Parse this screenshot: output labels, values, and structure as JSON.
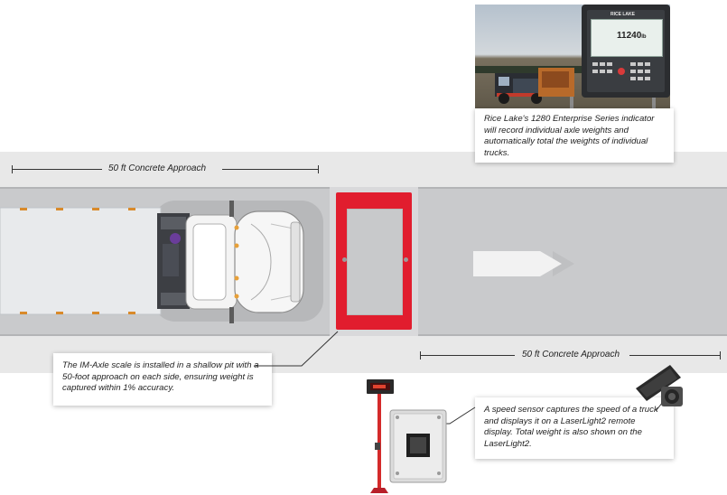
{
  "approach_left": {
    "label": "50 ft Concrete Approach"
  },
  "approach_right": {
    "label": "50 ft Concrete Approach"
  },
  "callouts": {
    "indicator": "Rice Lake's 1280 Enterprise Series indicator will record individual axle weights and automatically total the weights of individual trucks.",
    "scale": "The IM-Axle scale is installed in a shallow pit with a 50-foot approach on each side, ensuring weight is captured within 1% accuracy.",
    "sensor": "A speed sensor captures the speed of a truck and displays it on a LaserLight2 remote display. Total weight is also shown on the LaserLight2."
  },
  "indicator_display": {
    "brand": "RICE LAKE",
    "weight": "11240",
    "unit": "lb"
  },
  "colors": {
    "scale_red": "#e11d2e",
    "road_gray": "#c9cacc",
    "shoulder_gray": "#e8e8e8",
    "arrow_white": "#f2f2f2"
  },
  "icons": [
    "semi-truck",
    "direction-arrow",
    "speed-sensor",
    "laserlight-display",
    "indicator-enclosure"
  ]
}
